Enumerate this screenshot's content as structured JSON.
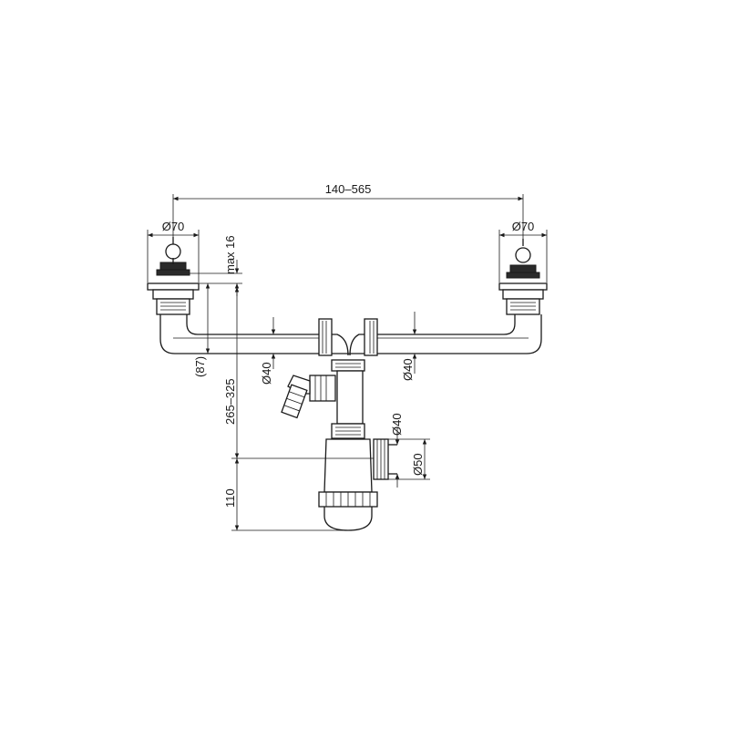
{
  "dimensions": {
    "width_range": "140–565",
    "left_drain_diameter": "Ø70",
    "right_drain_diameter": "Ø70",
    "max_height": "max 16",
    "offset_87": "(87)",
    "height_range": "265–325",
    "pipe_left_diameter": "Ø40",
    "pipe_right_diameter": "Ø40",
    "outlet_inner_diameter": "Ø40",
    "outlet_outer_diameter": "Ø50",
    "trap_height": "110"
  }
}
